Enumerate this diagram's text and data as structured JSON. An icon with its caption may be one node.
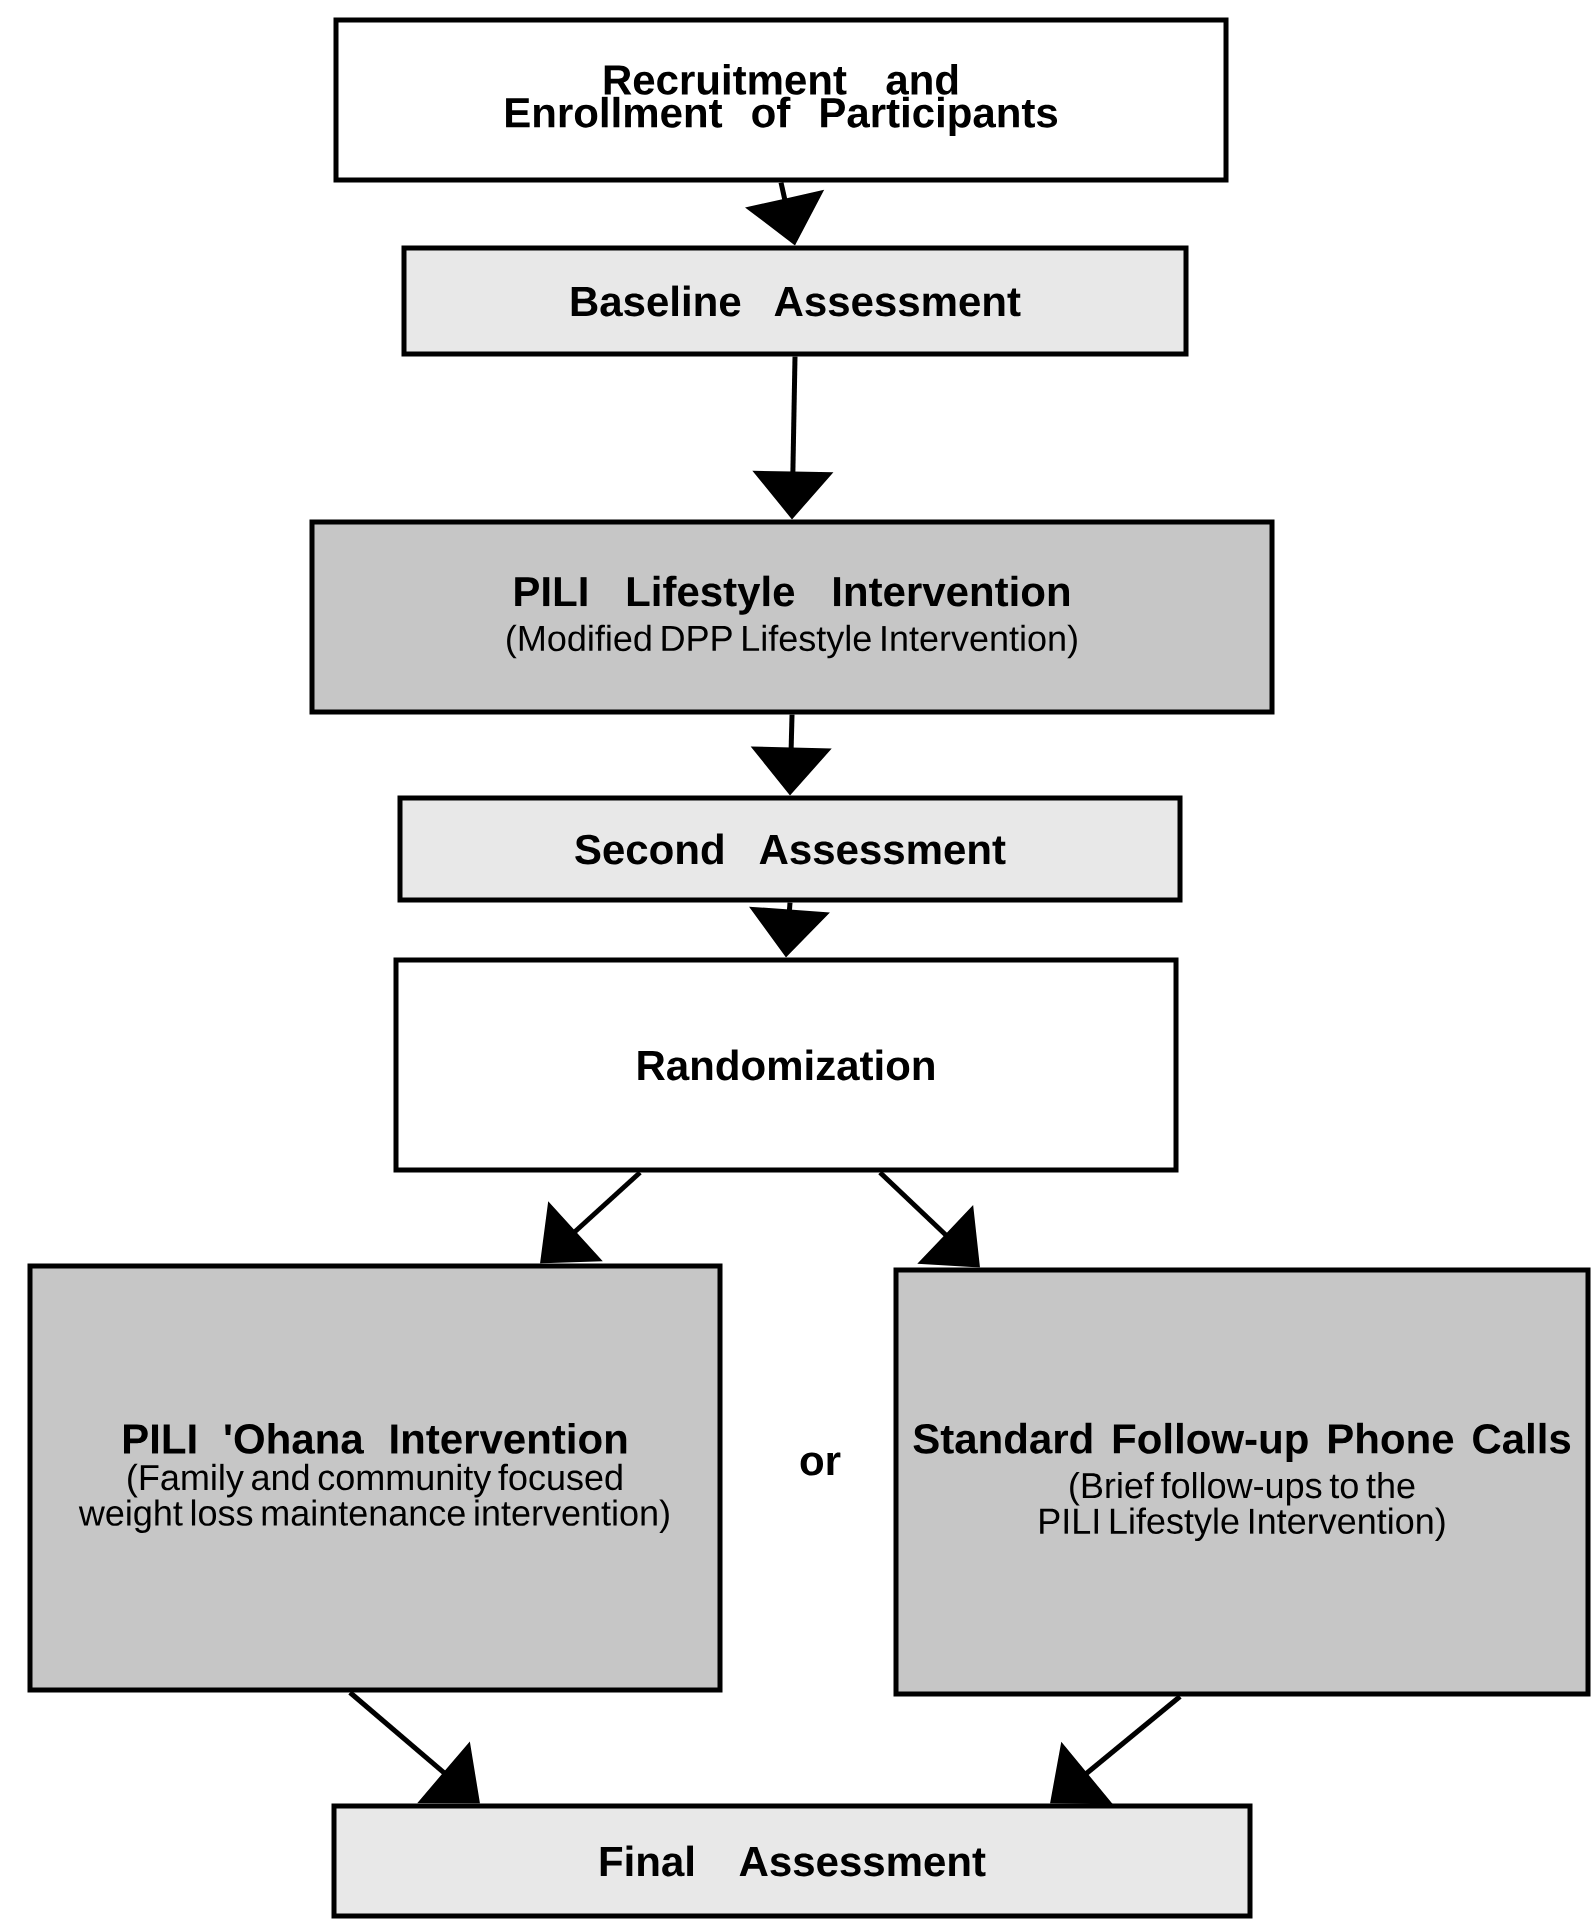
{
  "diagram": {
    "nodes": [
      {
        "text": [
          "Recruitment and Enrollment of Participants"
        ]
      },
      {
        "text": [
          "Baseline Assessment"
        ]
      },
      {
        "text": [
          "PILI Lifestyle Intervention",
          "(Modified DPP Lifestyle Intervention)"
        ]
      },
      {
        "text": [
          "Second Assessment"
        ]
      },
      {
        "text": [
          "Randomization"
        ]
      },
      {
        "text": [
          "PILI 'Ohana Intervention",
          "(Family and community focused weight loss maintenance intervention)"
        ]
      },
      {
        "text": [
          "Standard Follow-up Phone Calls",
          "(Brief follow-ups to the PILI Lifestyle Intervention)"
        ]
      },
      {
        "text": [
          "Final Assessment"
        ]
      }
    ],
    "edges": [
      {
        "from": 0,
        "to": 1,
        "arrow": "to"
      },
      {
        "from": 1,
        "to": 2,
        "arrow": "to"
      },
      {
        "from": 2,
        "to": 3,
        "arrow": "to"
      },
      {
        "from": 3,
        "to": 4,
        "arrow": "to"
      },
      {
        "from": 4,
        "to": 5,
        "arrow": "to"
      },
      {
        "from": 4,
        "to": 6,
        "arrow": "to"
      },
      {
        "from": 5,
        "to": 7,
        "arrow": "to"
      },
      {
        "from": 6,
        "to": 7,
        "arrow": "to"
      }
    ],
    "labels": [
      "or"
    ]
  }
}
